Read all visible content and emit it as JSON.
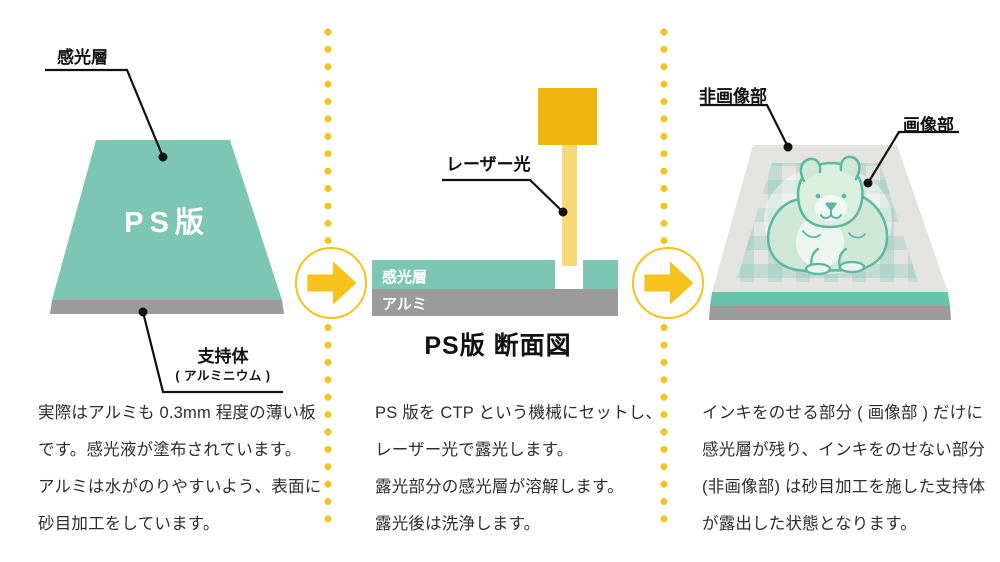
{
  "panels": {
    "left": {
      "label_photosensitive": "感光層",
      "plate_label": "PS版",
      "label_support": "支持体",
      "label_support_sub": "( アルミニウム )",
      "paragraph": "実際はアルミも 0.3mm 程度の薄い板\nです。感光液が塗布されています。\nアルミは水がのりやすいよう、表面に\n砂目加工をしています。"
    },
    "middle": {
      "label_laser": "レーザー光",
      "layer_photosensitive": "感光層",
      "layer_aluminum": "アルミ",
      "title": "PS版 断面図",
      "paragraph": "PS 版を CTP という機械にセットし、\nレーザー光で露光します。\n露光部分の感光層が溶解します。\n露光後は洗浄します。"
    },
    "right": {
      "label_non_image": "非画像部",
      "label_image": "画像部",
      "paragraph": "インキをのせる部分 ( 画像部 ) だけに\n感光層が残り、インキをのせない部分\n(非画像部) は砂目加工を施した支持体\nが露出した状態となります。"
    }
  },
  "icons": {
    "divider": "dotted-line-icon",
    "arrow": "arrow-right-icon"
  },
  "colors": {
    "teal": "#7dc6b4",
    "aluminum_gray": "#9b9b9b",
    "accent_yellow": "#f6c21b",
    "laser_head": "#f0b411",
    "laser_beam": "#f6d879",
    "plate_surface": "#e3e3e1",
    "plaid_teal": "#9ed4c0",
    "dog_line": "#5bb89f",
    "text": "#2e2e2e"
  }
}
